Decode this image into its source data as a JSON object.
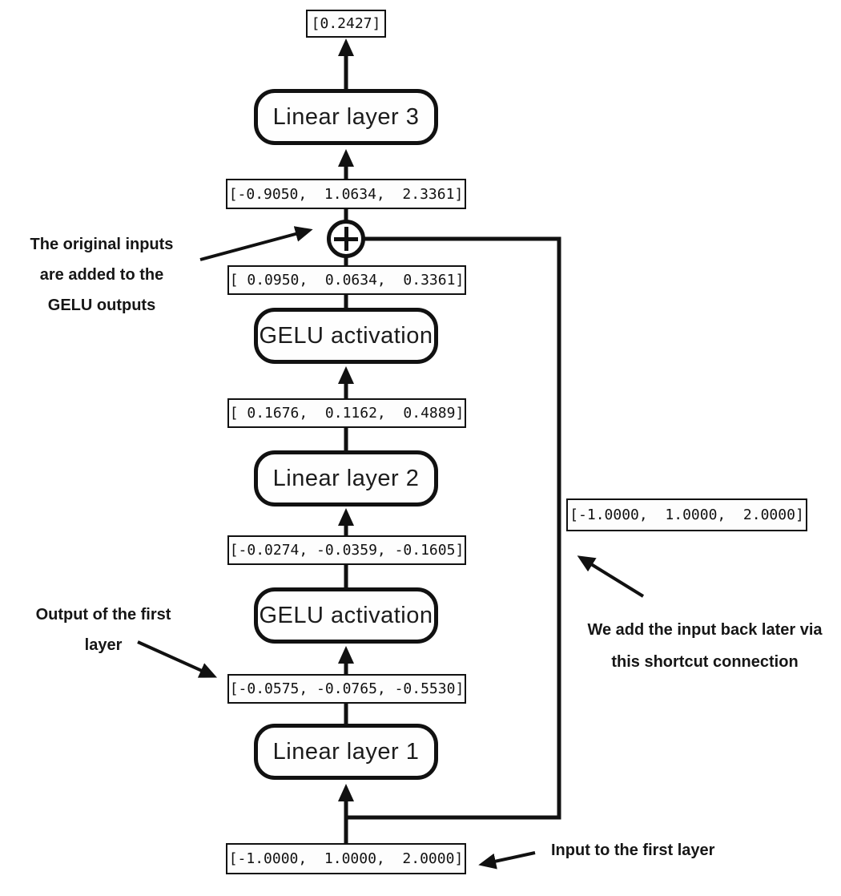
{
  "diagram": {
    "boxes": {
      "linear3": "Linear layer 3",
      "gelu_top": "GELU activation",
      "linear2": "Linear layer 2",
      "gelu_bottom": "GELU activation",
      "linear1": "Linear layer 1"
    },
    "values": {
      "final_output": "[0.2427]",
      "after_add": "[-0.9050,  1.0634,  2.3361]",
      "after_gelu_top": "[ 0.0950,  0.0634,  0.3361]",
      "after_linear2": "[ 0.1676,  0.1162,  0.4889]",
      "after_gelu_bottom": "[-0.0274, -0.0359, -0.1605]",
      "after_linear1": "[-0.0575, -0.0765, -0.5530]",
      "shortcut": "[-1.0000,  1.0000,  2.0000]",
      "input": "[-1.0000,  1.0000,  2.0000]"
    },
    "annotations": {
      "add_note": [
        "The original inputs",
        "are added to the",
        "GELU outputs"
      ],
      "first_output_note": [
        "Output of the first",
        "layer"
      ],
      "shortcut_note": [
        "We add the input back later via",
        "this shortcut connection"
      ],
      "input_note": [
        "Input to the first layer"
      ]
    },
    "icons": {
      "add": "plus"
    },
    "colors": {
      "stroke": "#111111",
      "box_fill": "#ffffff",
      "background": "#ffffff"
    }
  }
}
